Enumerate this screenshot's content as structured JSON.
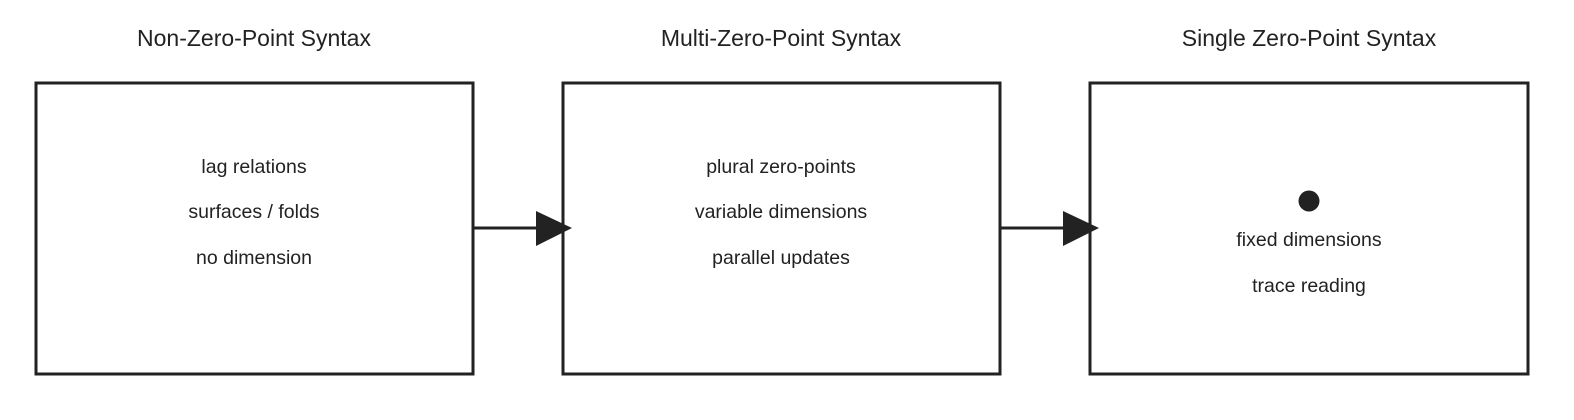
{
  "colors": {
    "stroke": "#222222",
    "background": "#ffffff"
  },
  "stages": [
    {
      "title": "Non-Zero-Point Syntax",
      "lines": [
        "lag relations",
        "surfaces / folds",
        "no dimension"
      ],
      "has_dot": false
    },
    {
      "title": "Multi-Zero-Point Syntax",
      "lines": [
        "plural zero-points",
        "variable dimensions",
        "parallel updates"
      ],
      "has_dot": false
    },
    {
      "title": "Single Zero-Point Syntax",
      "lines": [
        "fixed dimensions",
        "trace reading"
      ],
      "has_dot": true
    }
  ]
}
